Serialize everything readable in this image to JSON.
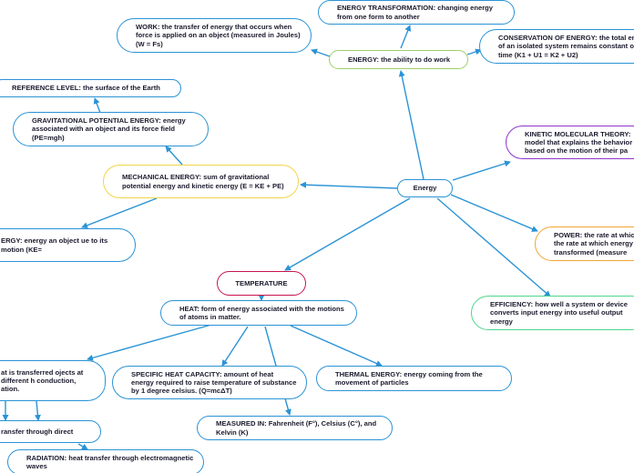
{
  "map": {
    "central": "Energy",
    "energy_def": "ENERGY: the ability to do work",
    "work": "WORK: the transfer of energy that occurs when force is applied on an object (measured in Joules) (W = Fs)",
    "transformation": "ENERGY TRANSFORMATION: changing energy from one form to another",
    "conservation": "CONSERVATION OF ENERGY: the total energy of an isolated system remains constant over time (K1 + U1 = K2 + U2)",
    "kinetic_molecular": "KINETIC MOLECULAR THEORY: model that explains the behavior based on the motion of their pa",
    "power": "POWER: the rate at which the rate at which energy transformed (measure",
    "efficiency": "EFFICIENCY: how well a system or device converts input energy into useful output energy",
    "mechanical": "MECHANICAL ENERGY: sum of gravitational potential energy and kinetic energy (E = KE + PE)",
    "gpe": "GRAVITATIONAL POTENTIAL ENERGY: energy associated with an object and its force field (PE=mgh)",
    "reference": "REFERENCE LEVEL: the surface of the Earth",
    "kinetic": "ERGY: energy an object ue to its motion (KE=",
    "temperature": "TEMPERATURE",
    "heat": "HEAT: form of energy associated with the motions of atoms in matter.",
    "heat_transfer": "at is transferred ojects at different h conduction, ation.",
    "specific_heat": "SPECIFIC HEAT CAPACITY: amount of heat energy required to raise temperature of substance by 1 degree celsius. (Q=mcΔT)",
    "thermal": "THERMAL ENERGY: energy coming from the movement of particles",
    "measured_in": "MEASURED IN: Fahrenheit (F°), Celsius (C°), and Kelvin (K)",
    "conduction": "ransfer through direct",
    "radiation": "RADIATION: heat transfer through electromagnetic waves"
  },
  "colors": {
    "link": "#2a93d5",
    "default_border": "#2a93d5",
    "energy_def_border": "#9ed06a",
    "mechanical_border": "#f1d54a",
    "kinetic_molecular_border": "#8e35c9",
    "power_border": "#f0a632",
    "temperature_border": "#c9134c",
    "efficiency_border": "#4fd68b"
  }
}
